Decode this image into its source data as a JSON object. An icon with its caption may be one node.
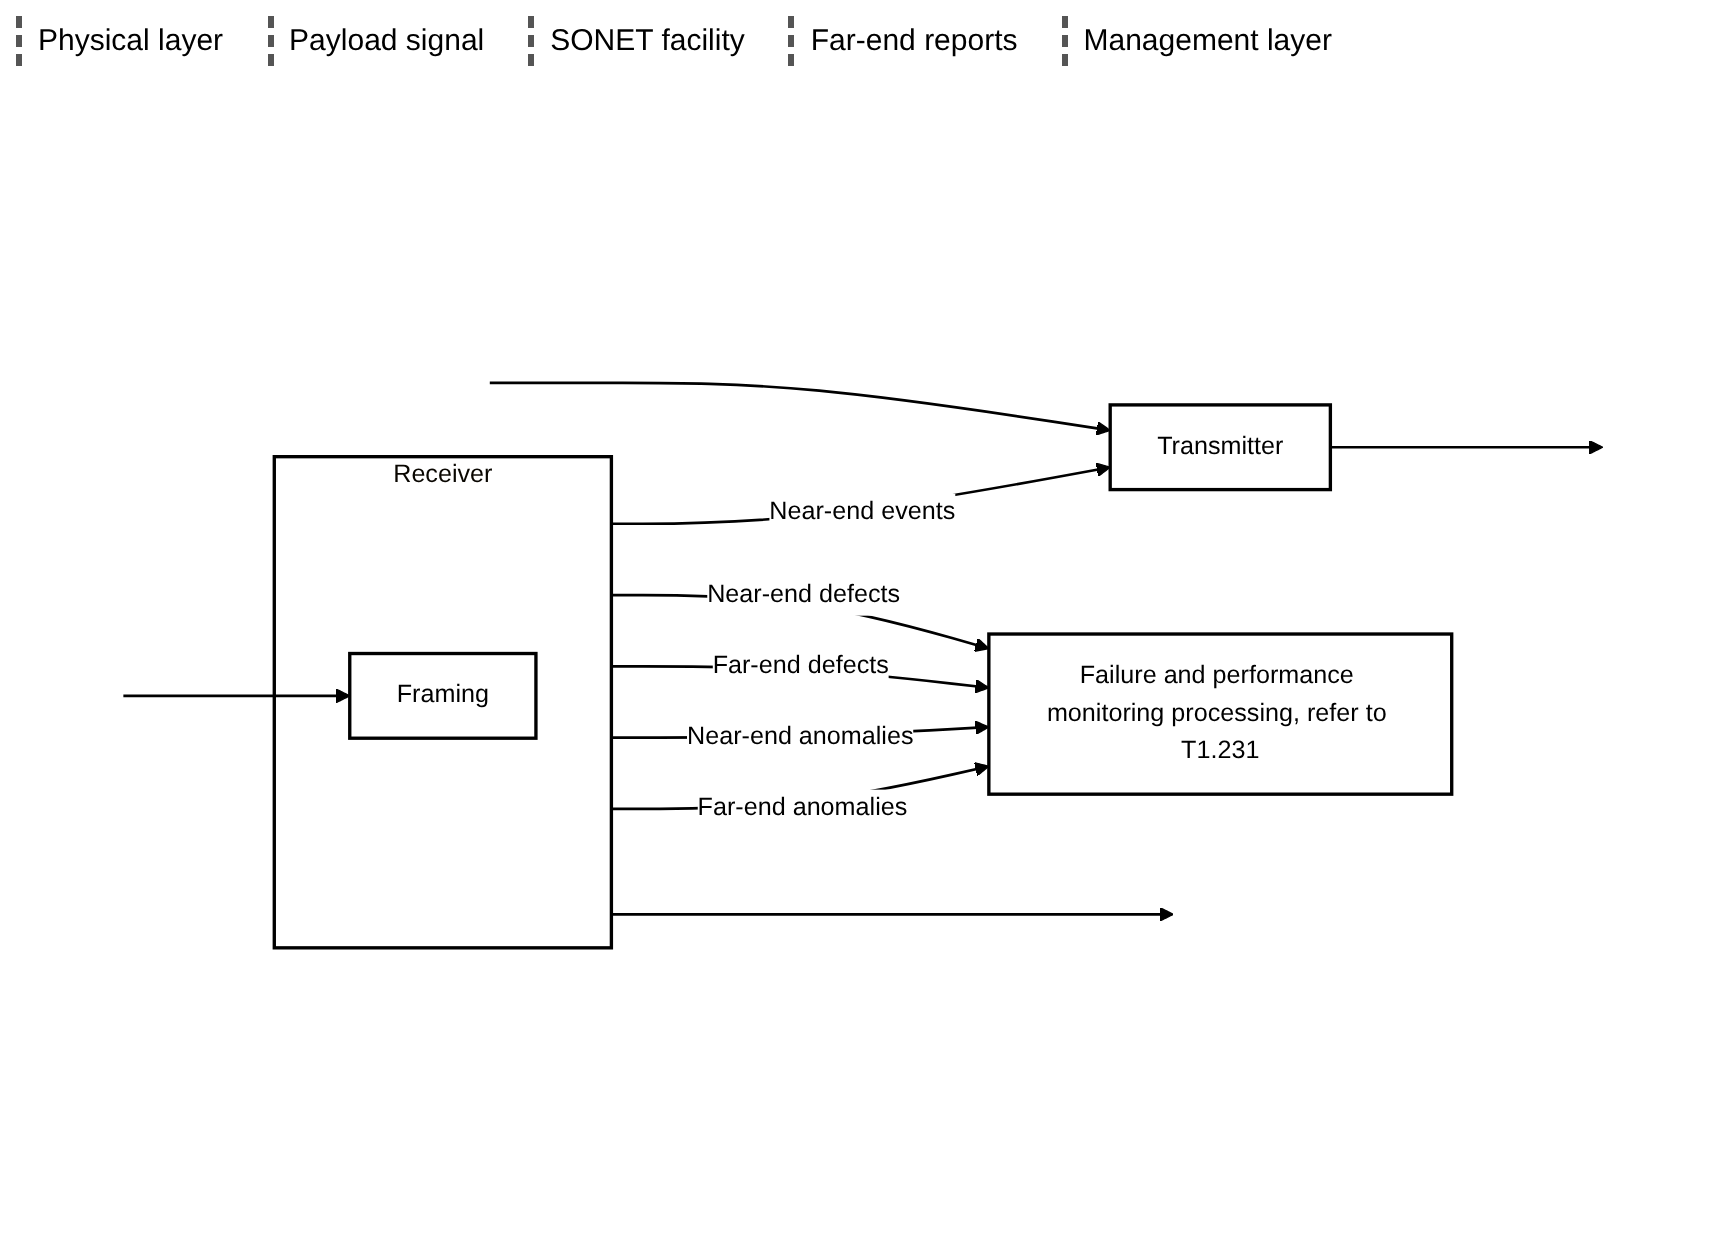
{
  "diagram": {
    "nodes": [
      {
        "text": [
          "Receiver"
        ]
      },
      {
        "text": [
          "Framing"
        ],
        "in": 0
      },
      {
        "text": [
          "Transmitter"
        ]
      },
      {
        "text": [
          "Failure and performance monitoring processing, refer to T1.231"
        ]
      }
    ],
    "edges": [
      {
        "from": 0,
        "to": null,
        "arrow": "to"
      },
      {
        "from": null,
        "to": 1,
        "arrow": "to"
      },
      {
        "from": 0,
        "to": 3,
        "arrow": "to",
        "label": "Near-end defects"
      },
      {
        "from": 0,
        "to": 3,
        "arrow": "to",
        "label": "Far-end defects"
      },
      {
        "from": 0,
        "to": 3,
        "arrow": "to",
        "label": "Near-end anomalies"
      },
      {
        "from": 0,
        "to": 3,
        "arrow": "to",
        "label": "Far-end anomalies"
      },
      {
        "from": 0,
        "to": 2,
        "arrow": "to",
        "label": "Near-end events"
      },
      {
        "from": null,
        "to": 2,
        "arrow": "to"
      },
      {
        "from": 2,
        "to": null,
        "arrow": "to"
      }
    ],
    "labels": [
      "Physical layer",
      "Payload signal",
      "SONET facility",
      "Far-end reports",
      "Management layer"
    ]
  }
}
